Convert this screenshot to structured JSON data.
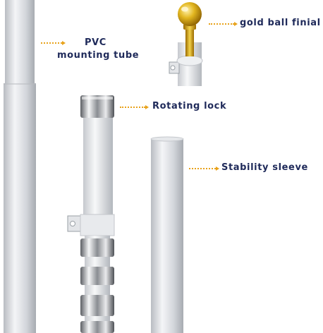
{
  "labels": {
    "pvc": {
      "line1": "PVC",
      "line2": "mounting tube"
    },
    "finial": "gold ball finial",
    "lock": "Rotating lock",
    "sleeve": "Stability sleeve"
  },
  "colors": {
    "label_text": "#1f2a5a",
    "leader": "#e8a21a",
    "pole_light": "#f2f3f5",
    "pole_mid": "#cdd0d5",
    "pole_dark": "#a9adb3",
    "gold_light": "#fff1a8",
    "gold_dark": "#9a6a00"
  }
}
